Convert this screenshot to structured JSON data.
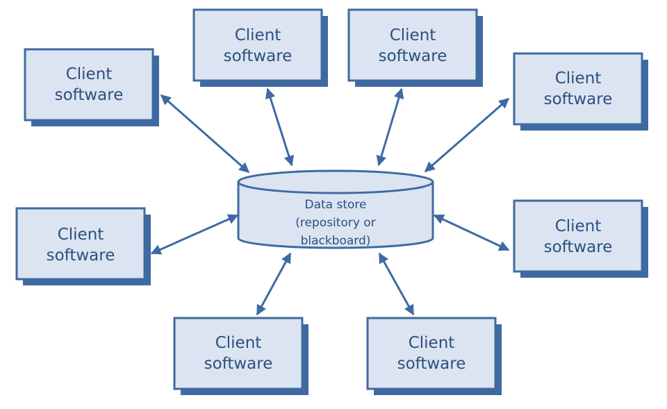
{
  "diagram": {
    "colors": {
      "box_fill": "#dbe4f0",
      "box_border": "#3f6aa1",
      "shadow": "#3f6aa1",
      "arrow": "#3f6aa1",
      "text": "#2c4f82"
    },
    "data_store": {
      "line1": "Data store",
      "line2": "(repository or",
      "line3": "blackboard)"
    },
    "clients": [
      {
        "line1": "Client",
        "line2": "software"
      },
      {
        "line1": "Client",
        "line2": "software"
      },
      {
        "line1": "Client",
        "line2": "software"
      },
      {
        "line1": "Client",
        "line2": "software"
      },
      {
        "line1": "Client",
        "line2": "software"
      },
      {
        "line1": "Client",
        "line2": "software"
      },
      {
        "line1": "Client",
        "line2": "software"
      },
      {
        "line1": "Client",
        "line2": "software"
      }
    ]
  }
}
